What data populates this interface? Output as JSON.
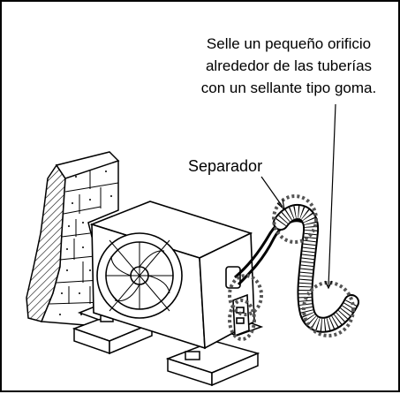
{
  "callouts": {
    "seal_line1": "Selle un pequeño orificio",
    "seal_line2": "alrededor de las tuberías",
    "seal_line3": "con un sellante tipo goma.",
    "separator": "Separador"
  }
}
